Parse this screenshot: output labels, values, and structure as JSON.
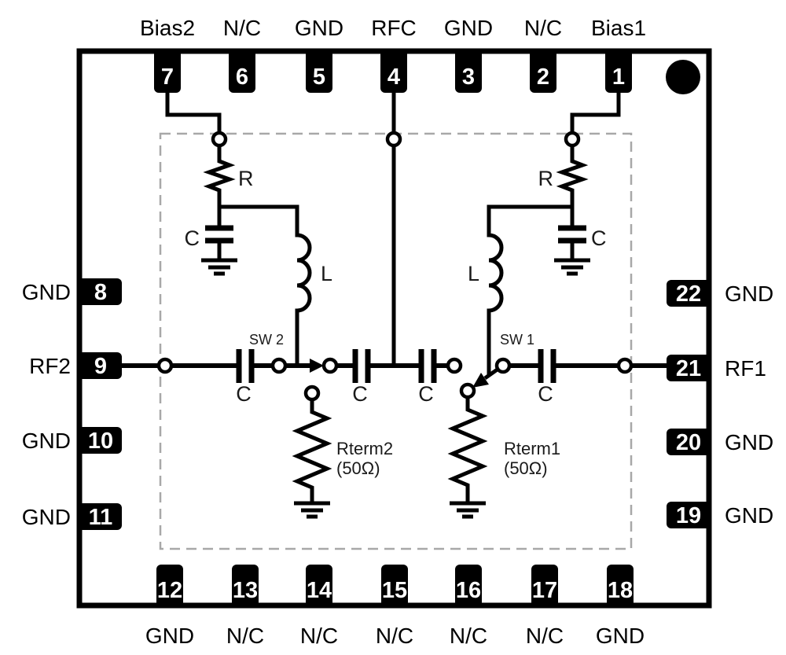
{
  "pins": {
    "top": [
      {
        "num": "7",
        "label": "Bias2"
      },
      {
        "num": "6",
        "label": "N/C"
      },
      {
        "num": "5",
        "label": "GND"
      },
      {
        "num": "4",
        "label": "RFC"
      },
      {
        "num": "3",
        "label": "GND"
      },
      {
        "num": "2",
        "label": "N/C"
      },
      {
        "num": "1",
        "label": "Bias1"
      }
    ],
    "left": [
      {
        "num": "8",
        "label": "GND"
      },
      {
        "num": "9",
        "label": "RF2"
      },
      {
        "num": "10",
        "label": "GND"
      },
      {
        "num": "11",
        "label": "GND"
      }
    ],
    "right": [
      {
        "num": "22",
        "label": "GND"
      },
      {
        "num": "21",
        "label": "RF1"
      },
      {
        "num": "20",
        "label": "GND"
      },
      {
        "num": "19",
        "label": "GND"
      }
    ],
    "bottom": [
      {
        "num": "12",
        "label": "GND"
      },
      {
        "num": "13",
        "label": "N/C"
      },
      {
        "num": "14",
        "label": "N/C"
      },
      {
        "num": "15",
        "label": "N/C"
      },
      {
        "num": "16",
        "label": "N/C"
      },
      {
        "num": "17",
        "label": "N/C"
      },
      {
        "num": "18",
        "label": "GND"
      }
    ]
  },
  "components": {
    "bias2": {
      "resistor": "R",
      "capacitor": "C",
      "inductor": "L"
    },
    "bias1": {
      "resistor": "R",
      "capacitor": "C",
      "inductor": "L"
    },
    "series_caps": {
      "rf2": "C",
      "center_left": "C",
      "center_right": "C",
      "rf1": "C"
    },
    "switches": {
      "sw2": "SW 2",
      "sw1": "SW 1"
    },
    "rterm2": {
      "name": "Rterm2",
      "value": "(50Ω)"
    },
    "rterm1": {
      "name": "Rterm1",
      "value": "(50Ω)"
    }
  },
  "colors": {
    "line": "#000000",
    "pin_fill": "#000000",
    "pin_text": "#ffffff",
    "dashed_box": "#a8a8a8",
    "background": "#ffffff"
  }
}
